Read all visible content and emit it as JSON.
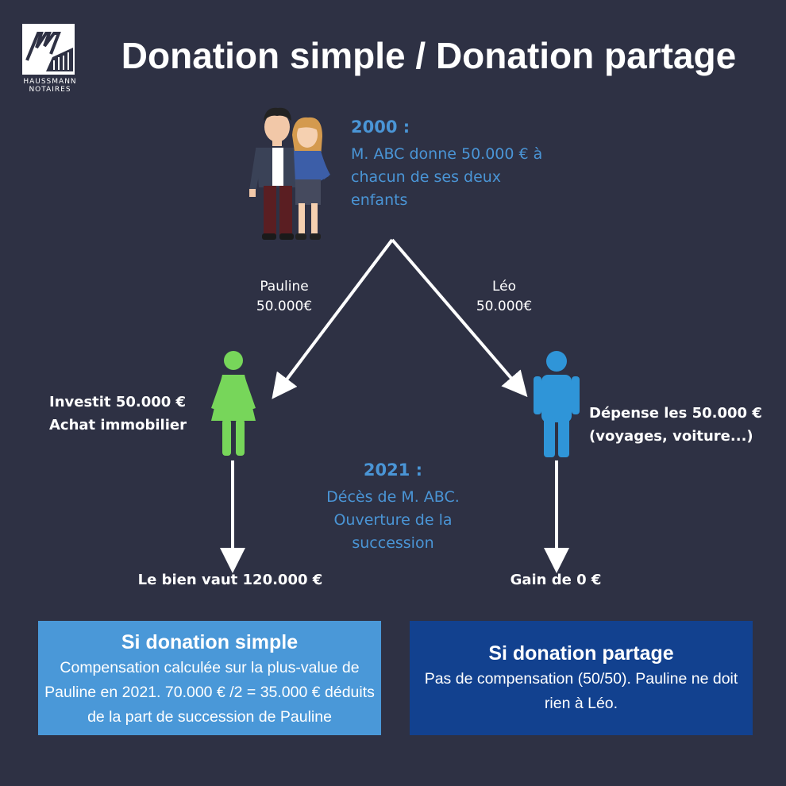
{
  "title": "Donation simple / Donation partage",
  "logo": {
    "brand_line1": "HAUSSMANN",
    "brand_line2": "NOTAIRES"
  },
  "event1": {
    "year": "2000 :",
    "description": "M. ABC donne 50.000 € à chacun de ses deux enfants"
  },
  "branches": {
    "pauline": {
      "name": "Pauline",
      "amount": "50.000€",
      "action_line1": "Investit 50.000 €",
      "action_line2": "Achat immobilier",
      "result": "Le bien vaut 120.000 €"
    },
    "leo": {
      "name": "Léo",
      "amount": "50.000€",
      "action_line1": "Dépense les 50.000 €",
      "action_line2": "(voyages, voiture...)",
      "result": "Gain de 0 €"
    }
  },
  "event2": {
    "year": "2021 :",
    "description": "Décès de M. ABC. Ouverture de la succession"
  },
  "box_simple": {
    "title": "Si donation simple",
    "text": "Compensation calculée sur la plus-value de Pauline en 2021. 70.000 € /2 = 35.000 € déduits de la part de succession de Pauline"
  },
  "box_partage": {
    "title": "Si donation partage",
    "text": "Pas de compensation (50/50). Pauline ne doit rien à Léo."
  },
  "colors": {
    "background": "#2e3144",
    "accent_blue": "#4a95d6",
    "female_figure": "#77d65a",
    "male_figure": "#2f95d8",
    "box_simple": "#4a98d8",
    "box_partage": "#12418f"
  },
  "icons": [
    "haussmann-logo-icon",
    "couple-illustration-icon",
    "female-person-icon",
    "male-person-icon",
    "arrow-down-left-icon",
    "arrow-down-right-icon",
    "arrow-down-icon"
  ]
}
